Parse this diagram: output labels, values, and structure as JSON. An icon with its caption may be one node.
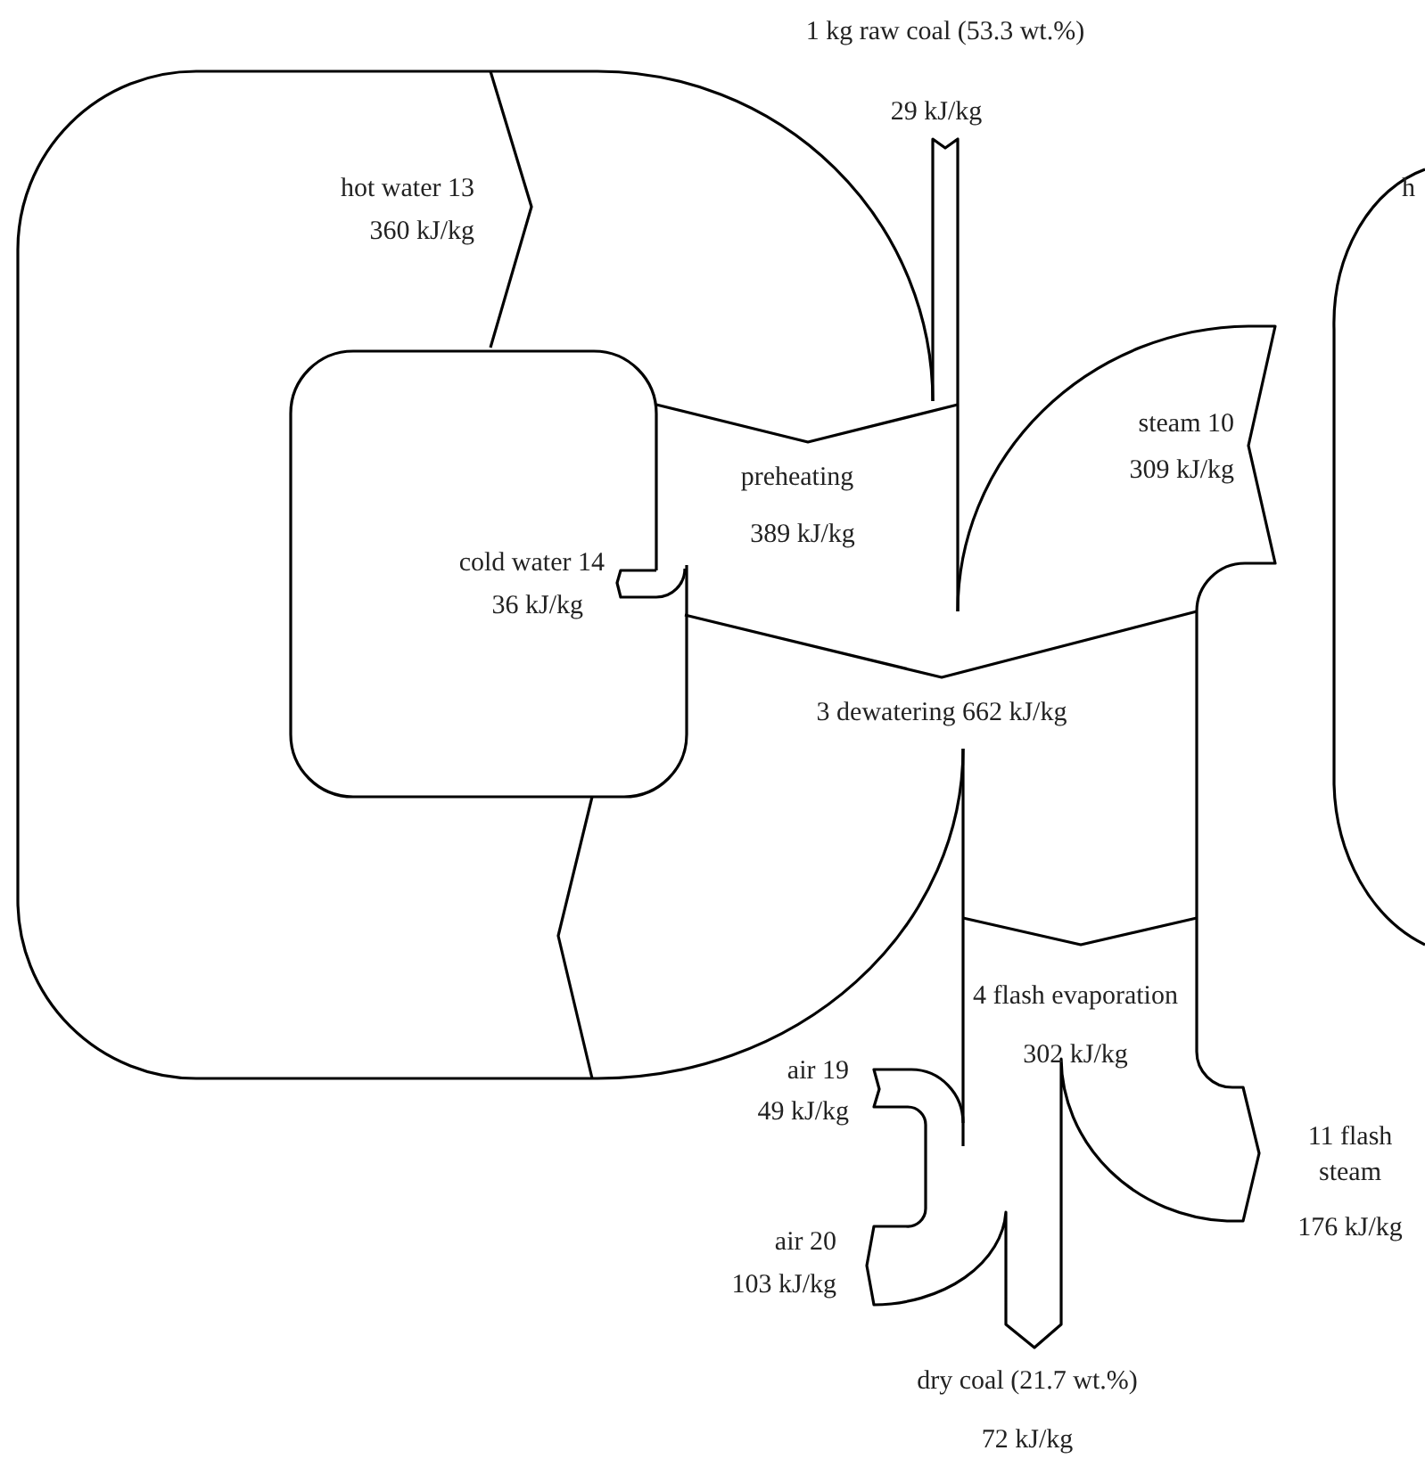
{
  "diagram": {
    "labels": [
      "1 kg raw coal (53.3 wt.%)",
      "29 kJ/kg",
      "hot water 13",
      "360 kJ/kg",
      "h",
      "preheating",
      "steam 10",
      "309 kJ/kg",
      "389 kJ/kg",
      "cold water 14",
      "36 kJ/kg",
      "3 dewatering 662 kJ/kg",
      "4 flash evaporation",
      "302 kJ/kg",
      "air 19",
      "49 kJ/kg",
      "11 flash steam",
      "176 kJ/kg",
      "air 20",
      "103 kJ/kg",
      "dry coal (21.7 wt.%)",
      "72 kJ/kg"
    ]
  }
}
